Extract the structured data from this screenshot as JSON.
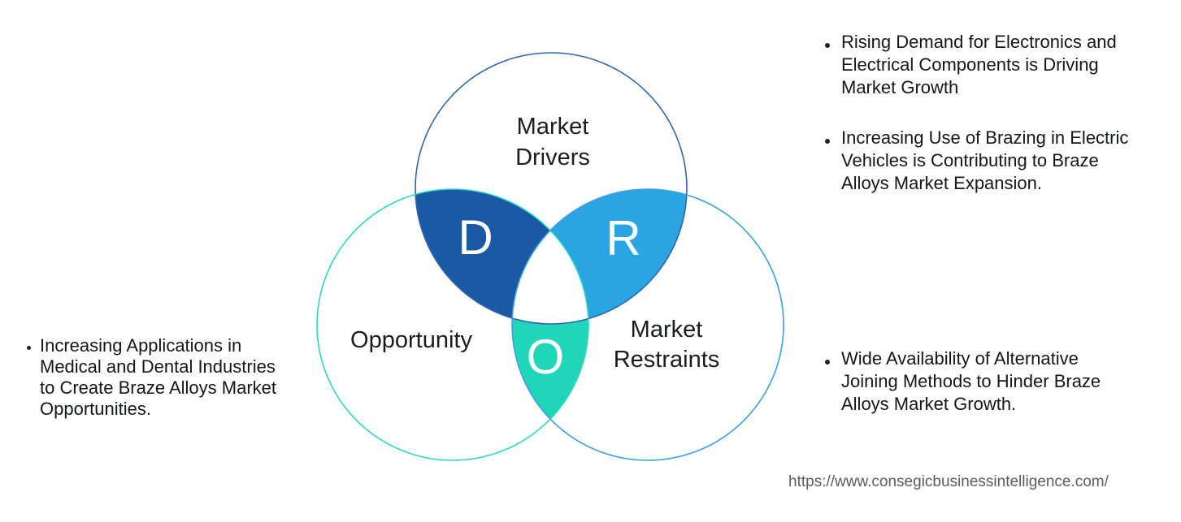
{
  "venn": {
    "drivers": {
      "label_line1": "Market",
      "label_line2": "Drivers",
      "letter": "D",
      "region_fill": "#1A5AA5",
      "outline": "#2F66AD"
    },
    "restraints": {
      "label_line1": "Market",
      "label_line2": "Restraints",
      "letter": "R",
      "region_fill": "#2BA4E2",
      "outline": "#3AA0E2"
    },
    "opportunity": {
      "label": "Opportunity",
      "letter": "O",
      "region_fill": "#20D6B9",
      "outline": "#2DD8C3"
    },
    "letter_color": "#FFFFFF",
    "label_color": "#1B1C1E"
  },
  "insights": {
    "left": [
      {
        "lines": [
          "Increasing Applications in",
          "Medical and Dental Industries",
          "to Create Braze Alloys Market",
          "Opportunities."
        ]
      }
    ],
    "right_top": [
      {
        "lines": [
          "Rising Demand for Electronics and",
          "Electrical Components is Driving",
          "Market Growth"
        ]
      },
      {
        "lines": [
          "Increasing Use of Brazing in Electric",
          "Vehicles is Contributing to Braze",
          "Alloys Market Expansion."
        ]
      }
    ],
    "right_bottom": [
      {
        "lines": [
          "Wide Availability of Alternative",
          "Joining Methods to Hinder Braze",
          "Alloys Market Growth."
        ]
      }
    ]
  },
  "footer": {
    "url": "https://www.consegicbusinessintelligence.com/"
  }
}
